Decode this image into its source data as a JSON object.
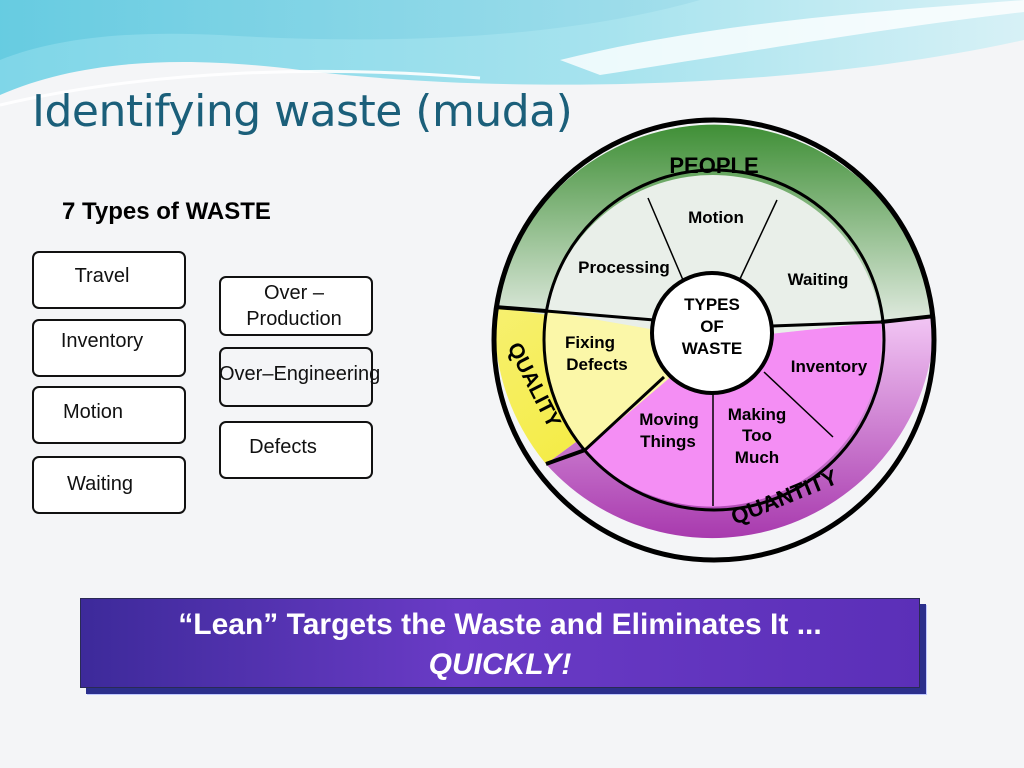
{
  "slide": {
    "title": "Identifying waste (muda)",
    "subtitle": "7 Types of WASTE"
  },
  "waste_boxes": [
    {
      "label": "Travel"
    },
    {
      "label": "Inventory"
    },
    {
      "label": "Motion"
    },
    {
      "label": "Waiting"
    },
    {
      "label_lines": [
        "Over –",
        "Production"
      ]
    },
    {
      "label": "Over–Engineering"
    },
    {
      "label": "Defects"
    }
  ],
  "wheel": {
    "center_lines": [
      "TYPES",
      "OF",
      "WASTE"
    ],
    "outer": {
      "people": "PEOPLE",
      "quality": "QUALITY",
      "quantity": "QUANTITY"
    },
    "segments": {
      "motion": "Motion",
      "processing": "Processing",
      "waiting": "Waiting",
      "fixing_defects": [
        "Fixing",
        "Defects"
      ],
      "inventory": "Inventory",
      "moving_things": [
        "Moving",
        "Things"
      ],
      "making_too_much": [
        "Making",
        "Too",
        "Much"
      ]
    },
    "colors": {
      "people": "#4e9a3e",
      "quality": "#f5ee4a",
      "quantity": "#b24ab8",
      "inner_people": "#e9efe9",
      "inner_quality": "#fbf7a8",
      "inner_quantity": "#f48ef4"
    }
  },
  "banner": {
    "line1": "“Lean”  Targets the Waste and Eliminates It  ...",
    "line2": "QUICKLY!"
  }
}
